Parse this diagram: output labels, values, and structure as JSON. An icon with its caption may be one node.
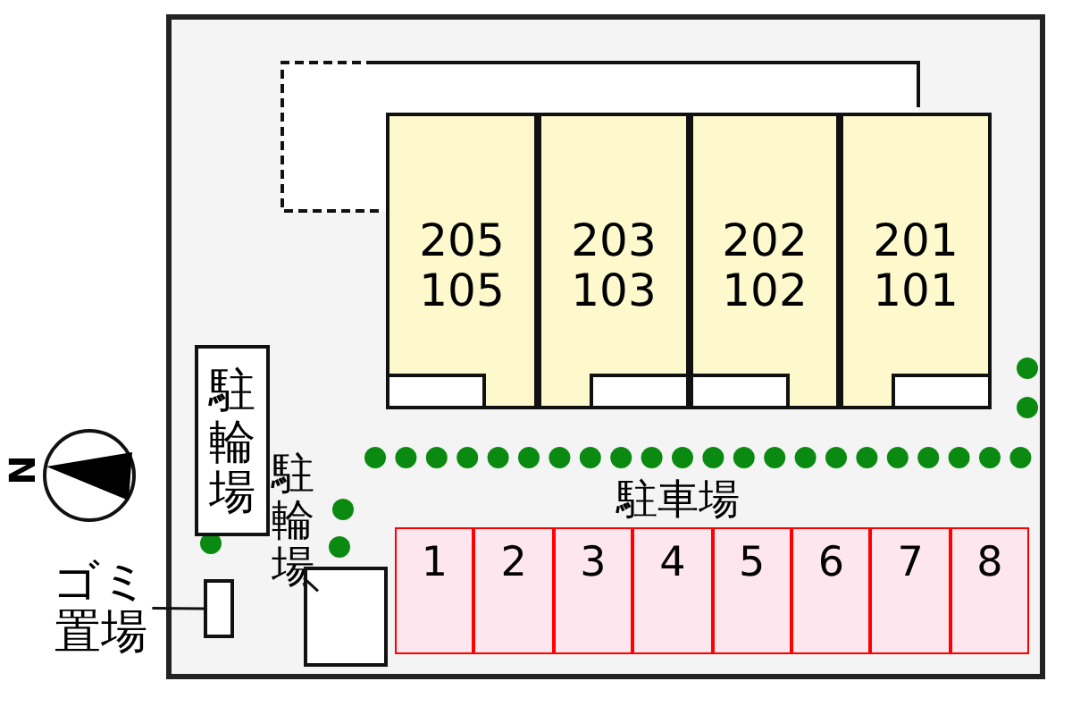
{
  "diagram": {
    "nodes": [
      {
        "text": [],
        "shape": "box"
      },
      {
        "text": [
          "205",
          "105"
        ],
        "in": 0
      },
      {
        "text": [
          "203",
          "103"
        ],
        "in": 0
      },
      {
        "text": [
          "202",
          "102"
        ],
        "in": 0
      },
      {
        "text": [
          "201",
          "101"
        ],
        "in": 0
      },
      {
        "text": [
          "駐輪場"
        ],
        "in": 0
      },
      {
        "text": [
          "駐輪場"
        ],
        "in": 0
      },
      {
        "text": [],
        "shape": "box",
        "in": 0
      },
      {
        "text": [
          "ゴミ置場"
        ]
      },
      {
        "text": [],
        "shape": "box",
        "in": 0
      },
      {
        "text": [
          "1"
        ],
        "in": 0
      },
      {
        "text": [
          "2"
        ],
        "in": 0
      },
      {
        "text": [
          "3"
        ],
        "in": 0
      },
      {
        "text": [
          "4"
        ],
        "in": 0
      },
      {
        "text": [
          "5"
        ],
        "in": 0
      },
      {
        "text": [
          "6"
        ],
        "in": 0
      },
      {
        "text": [
          "7"
        ],
        "in": 0
      },
      {
        "text": [
          "8"
        ],
        "in": 0
      }
    ],
    "edges": [
      {
        "from": 6,
        "to": 9,
        "arrow": "none"
      },
      {
        "from": 8,
        "to": 7,
        "arrow": "none"
      }
    ],
    "labels": [
      "N",
      "駐車場"
    ]
  }
}
